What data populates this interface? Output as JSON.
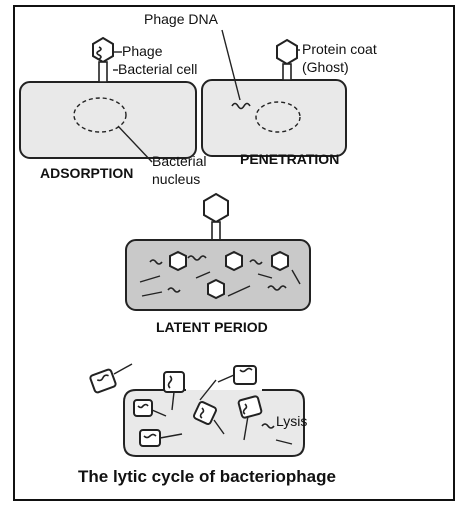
{
  "labels": {
    "phage_dna": "Phage DNA",
    "phage": "Phage",
    "bacterial_cell": "Bacterial cell",
    "protein_coat_1": "Protein coat",
    "protein_coat_2": "(Ghost)",
    "bacterial_nucleus_1": "Bacterial",
    "bacterial_nucleus_2": "nucleus",
    "lysis": "Lysis"
  },
  "stages": {
    "adsorption": "ADSORPTION",
    "penetration": "PENETRATION",
    "latent_period": "LATENT PERIOD"
  },
  "caption": "The lytic cycle of bacteriophage"
}
